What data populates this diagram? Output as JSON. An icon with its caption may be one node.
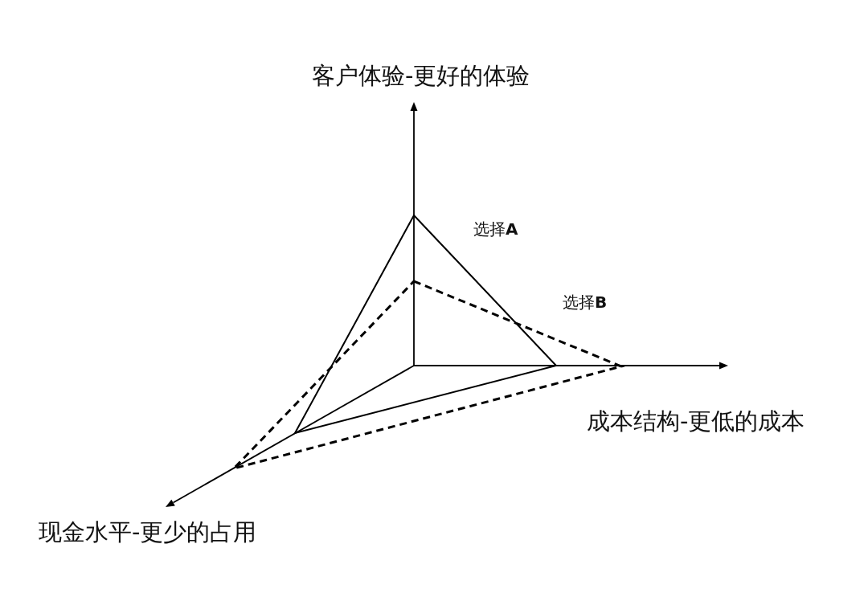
{
  "diagram": {
    "labels": [
      "客户体验-更好的体验",
      "选择**A**",
      "选择**B**",
      "成本结构-更低的成本",
      "现金水平-更少的占用"
    ]
  }
}
